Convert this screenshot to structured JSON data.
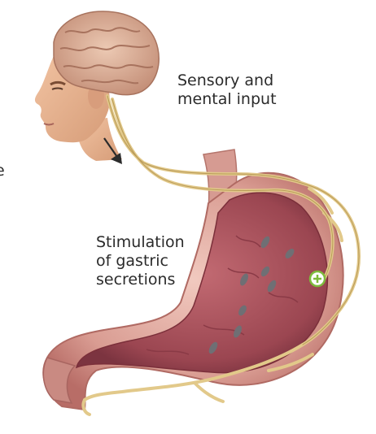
{
  "labels": {
    "sensory_line1": "Sensory and",
    "sensory_line2": "mental input",
    "stim_line1": "Stimulation",
    "stim_line2": "of gastric",
    "stim_line3": "secretions",
    "edge_fragment": "e"
  },
  "icons": [
    "head-illustration",
    "brain-illustration",
    "stomach-illustration",
    "nerve-pathway",
    "plus-circle-icon",
    "down-arrow-icon"
  ],
  "colors": {
    "nerve": "#e2c98a",
    "stomach_outer": "#d9a39a",
    "stomach_inner": "#a8525c",
    "plus_marker": "#7dbb3c",
    "brain": "#d8ae97",
    "skin": "#e6b08c"
  }
}
